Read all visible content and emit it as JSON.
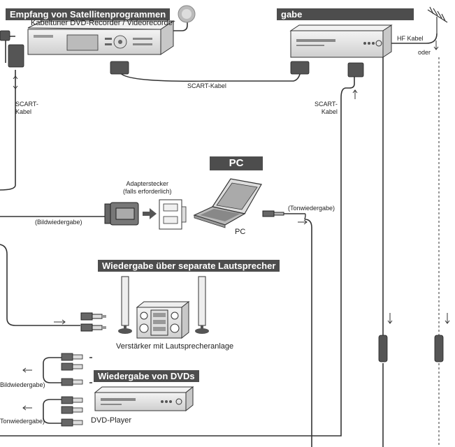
{
  "banners": {
    "satellite": "Empfang von Satellitenprogrammen",
    "playback_partial": "gabe",
    "pc": "PC",
    "speakers": "Wiedergabe über separate Lautsprecher",
    "dvds": "Wiedergabe von DVDs"
  },
  "labels": {
    "recorder_caption": "Kabeltuner DVD-Recorder / Videorecorder",
    "scart_cable": "SCART-Kabel",
    "scart_cable_left": "SCART-\nKabel",
    "scart_cable_right": "SCART-\nKabel",
    "hf_cable": "HF Kabel",
    "oder": "oder",
    "adapter": "Adapterstecker\n(falls erforderlich)",
    "image_playback": "(Bildwiedergabe)",
    "sound_playback": "(Tonwiedergabe)",
    "pc_caption": "PC",
    "amplifier_caption": "Verstärker mit Lautsprecheranlage",
    "image_playback_dvd": "Bildwiedergabe)",
    "sound_playback_dvd": "Tonwiedergabe)",
    "dvd_player": "DVD-Player"
  },
  "icons": {
    "badge": "sat-badge-icon",
    "antenna": "antenna-icon"
  },
  "colors": {
    "banner": "#4d4d4d",
    "line": "#333333",
    "device": "#e9e9e9",
    "plug": "#555555"
  }
}
